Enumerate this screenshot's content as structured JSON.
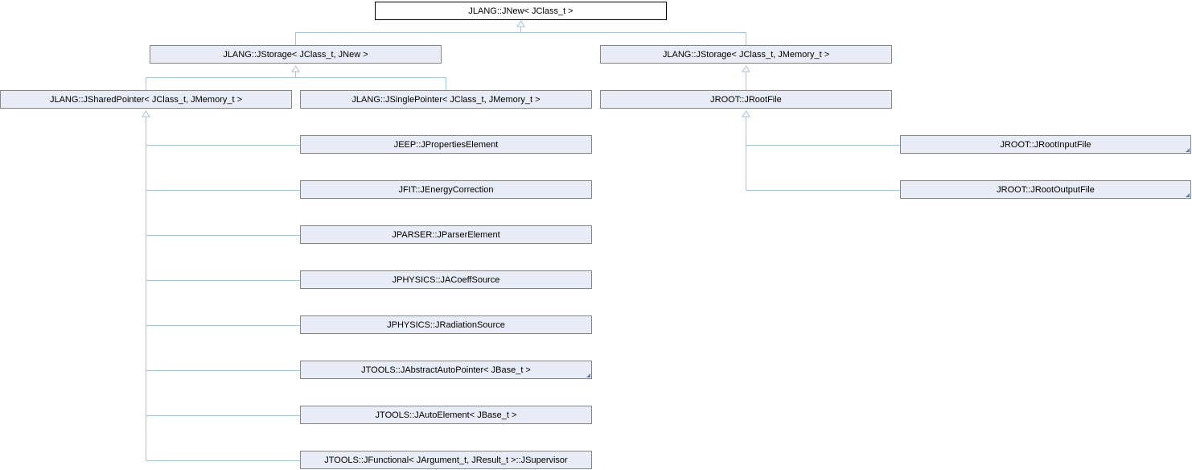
{
  "nodes": {
    "jnew": {
      "label": "JLANG::JNew< JClass_t >"
    },
    "jstorage_jnew": {
      "label": "JLANG::JStorage< JClass_t, JNew >"
    },
    "jstorage_jmemory": {
      "label": "JLANG::JStorage< JClass_t, JMemory_t >"
    },
    "jsharedpointer": {
      "label": "JLANG::JSharedPointer< JClass_t, JMemory_t >"
    },
    "jsinglepointer": {
      "label": "JLANG::JSinglePointer< JClass_t, JMemory_t >"
    },
    "jrootfile": {
      "label": "JROOT::JRootFile"
    },
    "jpropertieselement": {
      "label": "JEEP::JPropertiesElement"
    },
    "jenergycorrection": {
      "label": "JFIT::JEnergyCorrection"
    },
    "jparserelement": {
      "label": "JPARSER::JParserElement"
    },
    "jacoeffsource": {
      "label": "JPHYSICS::JACoeffSource"
    },
    "jradiationsource": {
      "label": "JPHYSICS::JRadiationSource"
    },
    "jabstractautopointer": {
      "label": "JTOOLS::JAbstractAutoPointer< JBase_t >",
      "has_more": true
    },
    "jautoelement": {
      "label": "JTOOLS::JAutoElement< JBase_t >"
    },
    "jsupervisor": {
      "label": "JTOOLS::JFunctional< JArgument_t, JResult_t >::JSupervisor"
    },
    "jrootinputfile": {
      "label": "JROOT::JRootInputFile",
      "has_more": true
    },
    "jrootoutputfile": {
      "label": "JROOT::JRootOutputFile",
      "has_more": true
    }
  },
  "colors": {
    "node_fill": "#e8ecf6",
    "node_border": "#868686",
    "root_border": "#000000",
    "edge": "#a3c4dc"
  }
}
